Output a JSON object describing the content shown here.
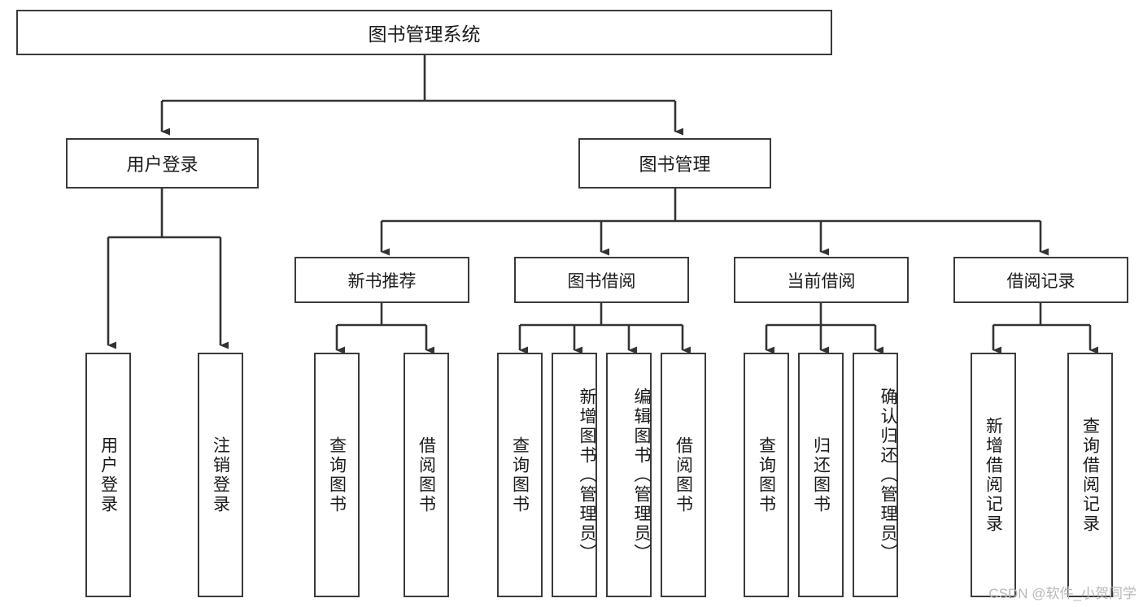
{
  "diagram": {
    "title": "图书管理系统",
    "type": "tree-hierarchy-diagram",
    "colors": {
      "box_border": "#3a3a3a",
      "box_fill": "#ffffff",
      "connector": "#333333",
      "text": "#1a1a1a",
      "watermark": "#b8b8b8"
    },
    "root": {
      "label": "图书管理系统"
    },
    "level2": [
      {
        "label": "用户登录"
      },
      {
        "label": "图书管理"
      }
    ],
    "level3": [
      {
        "label": "新书推荐"
      },
      {
        "label": "图书借阅"
      },
      {
        "label": "当前借阅"
      },
      {
        "label": "借阅记录"
      }
    ],
    "leaves": {
      "user_login": [
        {
          "label": "用户登录"
        },
        {
          "label": "注销登录"
        }
      ],
      "new_book_recommend": [
        {
          "label": "查询图书"
        },
        {
          "label": "借阅图书"
        }
      ],
      "book_borrow": [
        {
          "label": "查询图书"
        },
        {
          "label": "新增图书（管理员）"
        },
        {
          "label": "编辑图书（管理员）"
        },
        {
          "label": "借阅图书"
        }
      ],
      "current_borrow": [
        {
          "label": "查询图书"
        },
        {
          "label": "归还图书"
        },
        {
          "label": "确认归还（管理员）"
        }
      ],
      "borrow_records": [
        {
          "label": "新增借阅记录"
        },
        {
          "label": "查询借阅记录"
        }
      ]
    }
  },
  "watermark": {
    "text": "CSDN @软件_小贺同学"
  }
}
